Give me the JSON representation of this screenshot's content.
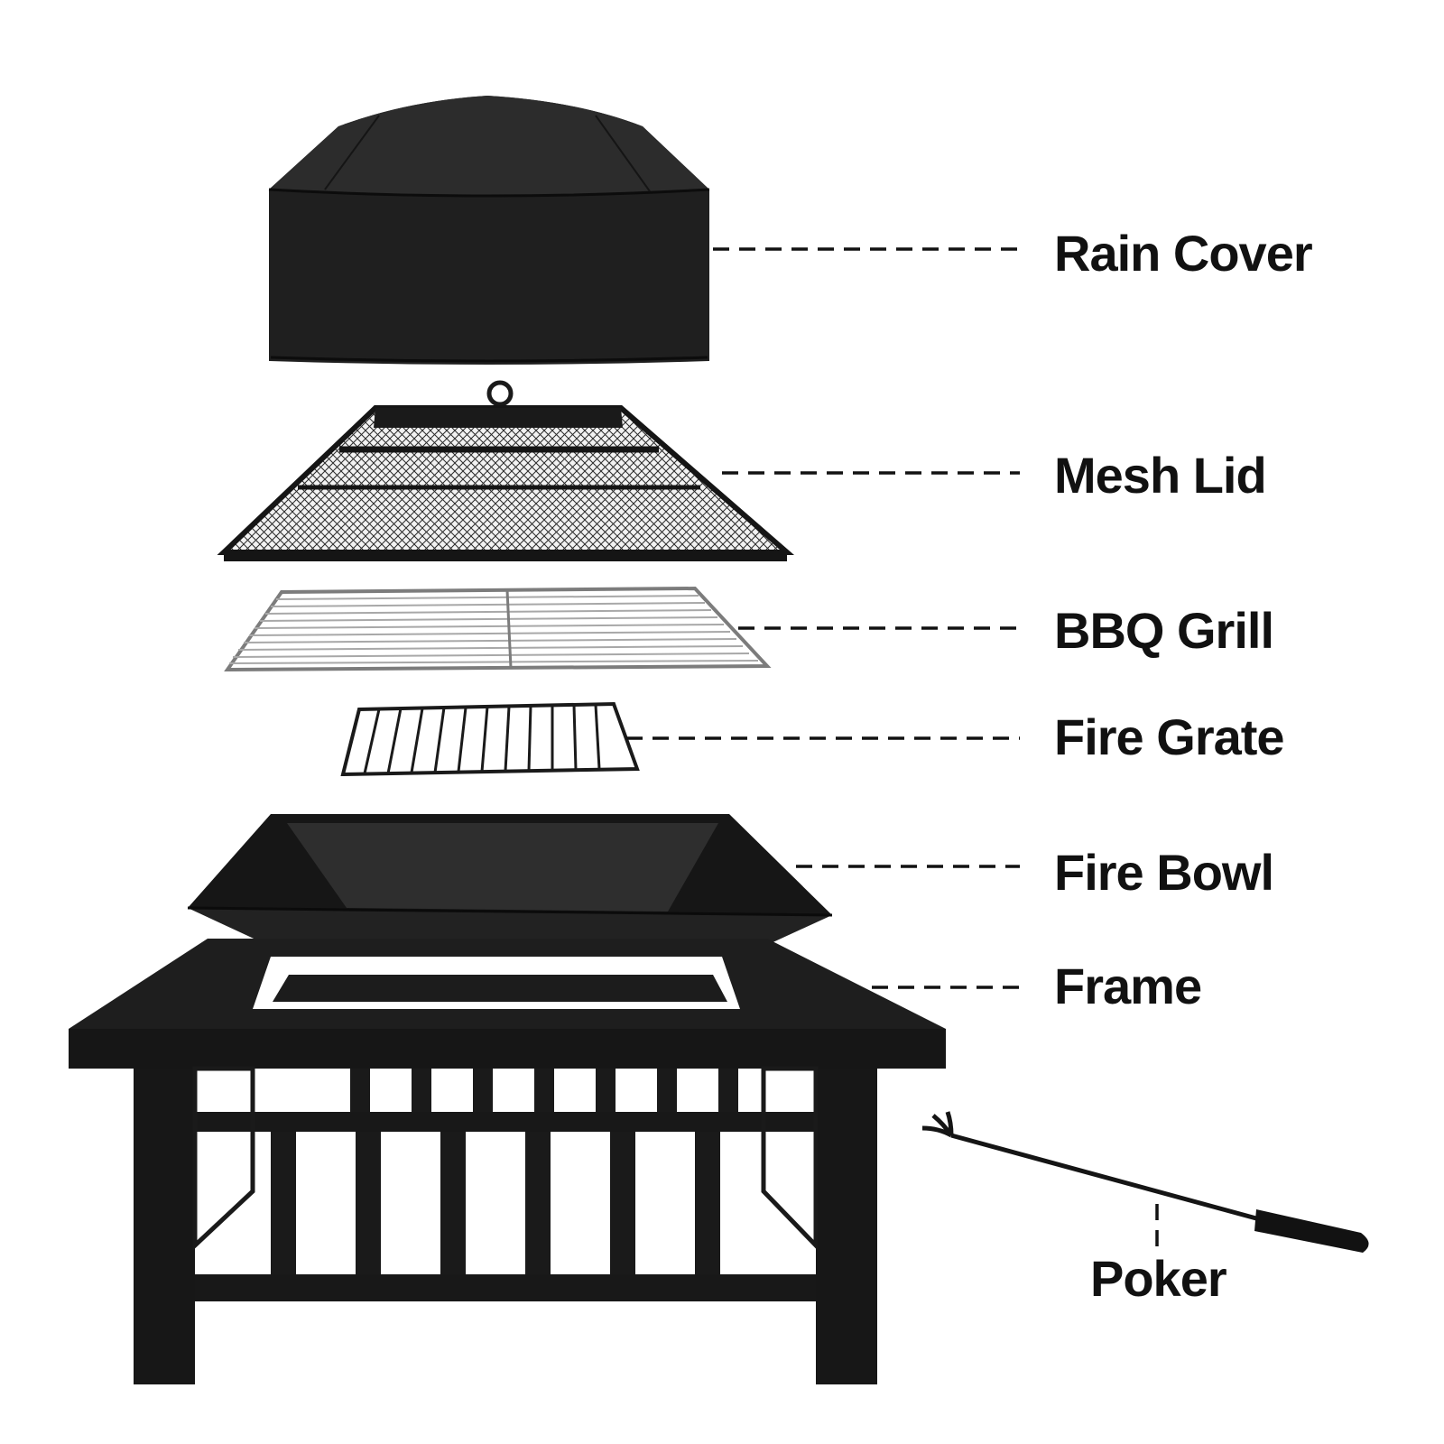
{
  "diagram": {
    "parts": [
      {
        "id": "rain-cover",
        "label": "Rain Cover"
      },
      {
        "id": "mesh-lid",
        "label": "Mesh Lid"
      },
      {
        "id": "bbq-grill",
        "label": "BBQ Grill"
      },
      {
        "id": "fire-grate",
        "label": "Fire Grate"
      },
      {
        "id": "fire-bowl",
        "label": "Fire Bowl"
      },
      {
        "id": "frame",
        "label": "Frame"
      },
      {
        "id": "poker",
        "label": "Poker"
      }
    ]
  },
  "colors": {
    "metal": "#1b1b1b",
    "cover": "#202020",
    "grill_wire": "#9a9a9a",
    "background": "#ffffff"
  }
}
